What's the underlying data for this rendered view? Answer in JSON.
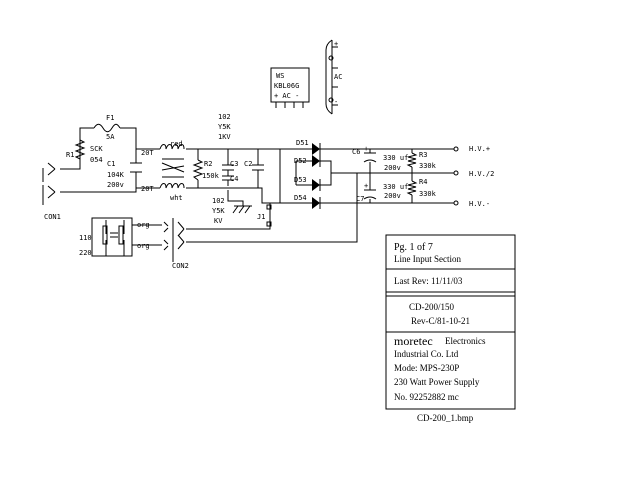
{
  "schematic": {
    "components": {
      "fuse": {
        "ref": "F1",
        "rating": "5A"
      },
      "thermistor": {
        "ref": "R1",
        "line1": "SCK",
        "line2": "054"
      },
      "c1": {
        "ref": "C1",
        "value": "104K",
        "voltage": "200v"
      },
      "choke": {
        "turns_top": "20T",
        "turns_bottom": "20T",
        "wire_top": "red",
        "wire_bottom": "wht"
      },
      "r2": {
        "ref": "R2",
        "value": "150k"
      },
      "c3": {
        "ref": "C3",
        "code": "102",
        "type": "Y5K",
        "voltage": "1KV"
      },
      "c4": {
        "ref": "C4",
        "code": "102",
        "type": "Y5K",
        "voltage": "KV"
      },
      "c2": {
        "ref": "C2"
      },
      "jumper": {
        "ref": "J1"
      },
      "diodes": [
        "D51",
        "D52",
        "D53",
        "D54"
      ],
      "c6": {
        "ref": "C6",
        "value": "330 uf",
        "voltage": "200v"
      },
      "c7": {
        "ref": "C7",
        "value": "330 uf",
        "voltage": "200v"
      },
      "r3": {
        "ref": "R3",
        "value": "330k"
      },
      "r4": {
        "ref": "R4",
        "value": "330k"
      },
      "bridge": {
        "line1": "WS",
        "line2": "KBL06G",
        "line3": "+ AC -"
      },
      "bridge_side": {
        "plus": "+",
        "ac": "AC",
        "minus": "-"
      },
      "selector": {
        "v110": "110",
        "v220": "220",
        "wire_a": "org",
        "wire_b": "org"
      },
      "connectors": {
        "con1": "CON1",
        "con2": "CON2"
      },
      "outputs": [
        "H.V.+",
        "H.V./2",
        "H.V.-"
      ]
    },
    "title_block": {
      "page": "Pg. 1  of  7",
      "section": "Line Input Section",
      "last_rev": "Last Rev: 11/11/03",
      "model": "CD-200/150",
      "revision": "Rev-C/81-10-21",
      "company_name": "moretec",
      "company_rest": "Electronics",
      "company_line2": "Industrial Co. Ltd",
      "mode": "Mode: MPS-230P",
      "description": "230 Watt Power Supply",
      "number": "No. 92252882 mc"
    },
    "filename": "CD-200_1.bmp"
  }
}
